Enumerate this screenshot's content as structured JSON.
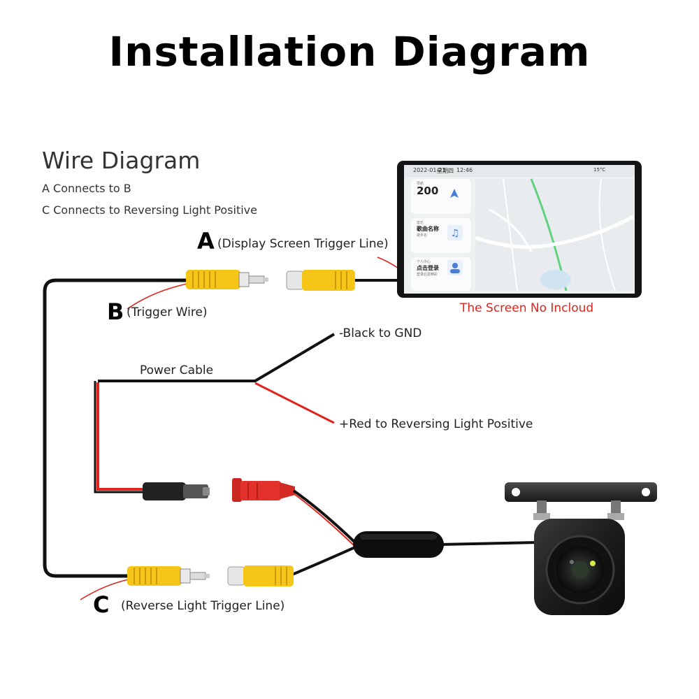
{
  "title": "Installation Diagram",
  "wire_diagram": {
    "heading": "Wire Diagram",
    "notes": [
      "A Connects to B",
      "C Connects to Reversing Light Positive"
    ]
  },
  "labels": {
    "a_letter": "A",
    "a_text": "(Display Screen Trigger Line)",
    "b_letter": "B",
    "b_text": "(Trigger Wire)",
    "c_letter": "C",
    "c_text": "(Reverse Light Trigger Line)",
    "power_cable": "Power Cable",
    "black_gnd": "-Black to GND",
    "red_positive": "+Red to Reversing Light Positive",
    "screen_note": "The Screen No Incloud"
  },
  "screen": {
    "date": "2022-01-23",
    "weekday": "星期四",
    "time": "12:46",
    "temp": "15°C",
    "speed": "200",
    "speed_caption": "导航",
    "music_caption": "音乐",
    "music_title": "歌曲名称",
    "music_sub": "歌手名",
    "account_caption": "个人中心",
    "account_title": "点击登录",
    "account_sub": "登录后更精彩"
  },
  "colors": {
    "rca_yellow": "#f5c518",
    "wire_black": "#111111",
    "wire_red": "#e0231b",
    "dc_red": "#e2312a"
  }
}
